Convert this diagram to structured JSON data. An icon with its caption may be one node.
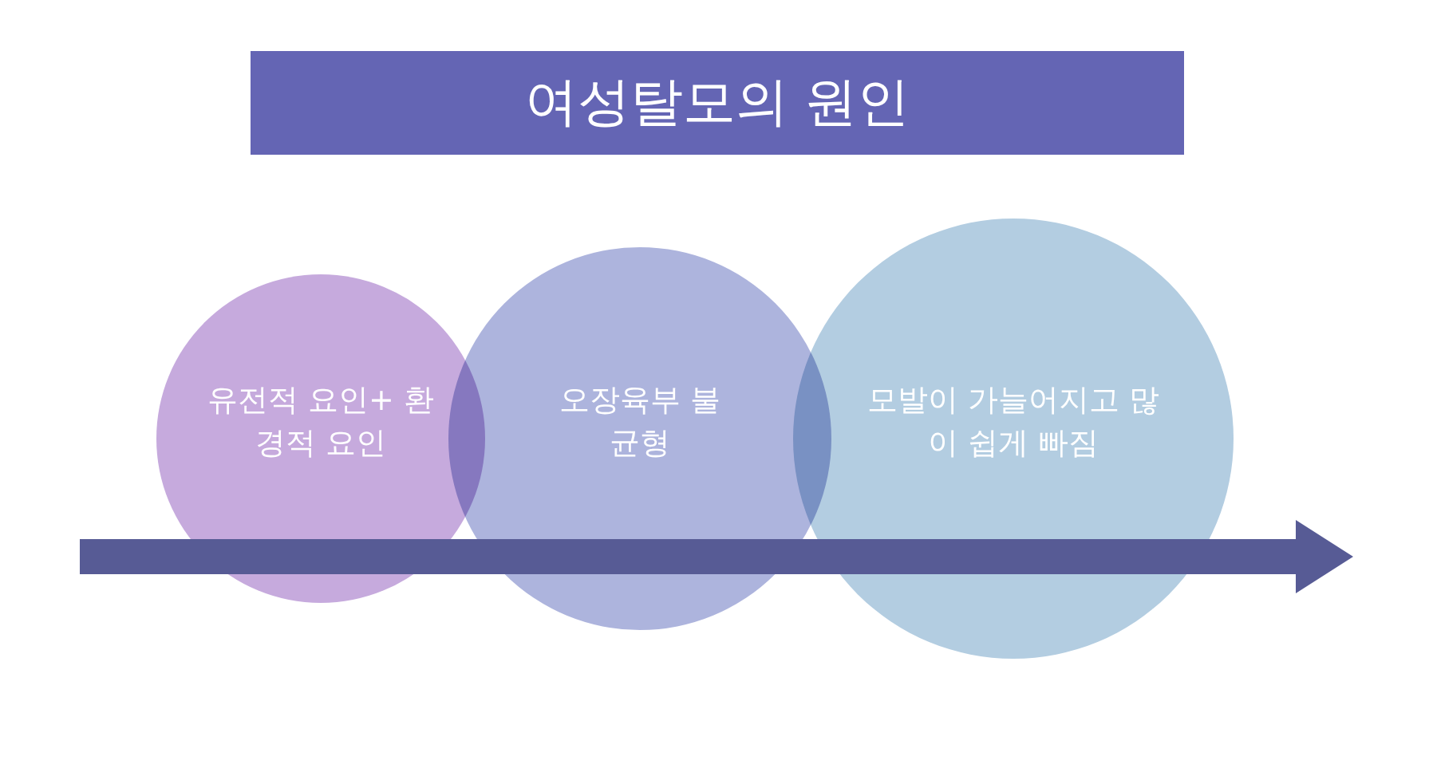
{
  "diagram": {
    "title": "여성탈모의 원인",
    "nodes": [
      {
        "text": [
          "유전적 요인+ 환경적 요인"
        ]
      },
      {
        "text": [
          "오장육부 불균형"
        ]
      },
      {
        "text": [
          "모발이 가늘어지고 많이 쉽게 빠짐"
        ]
      }
    ]
  }
}
